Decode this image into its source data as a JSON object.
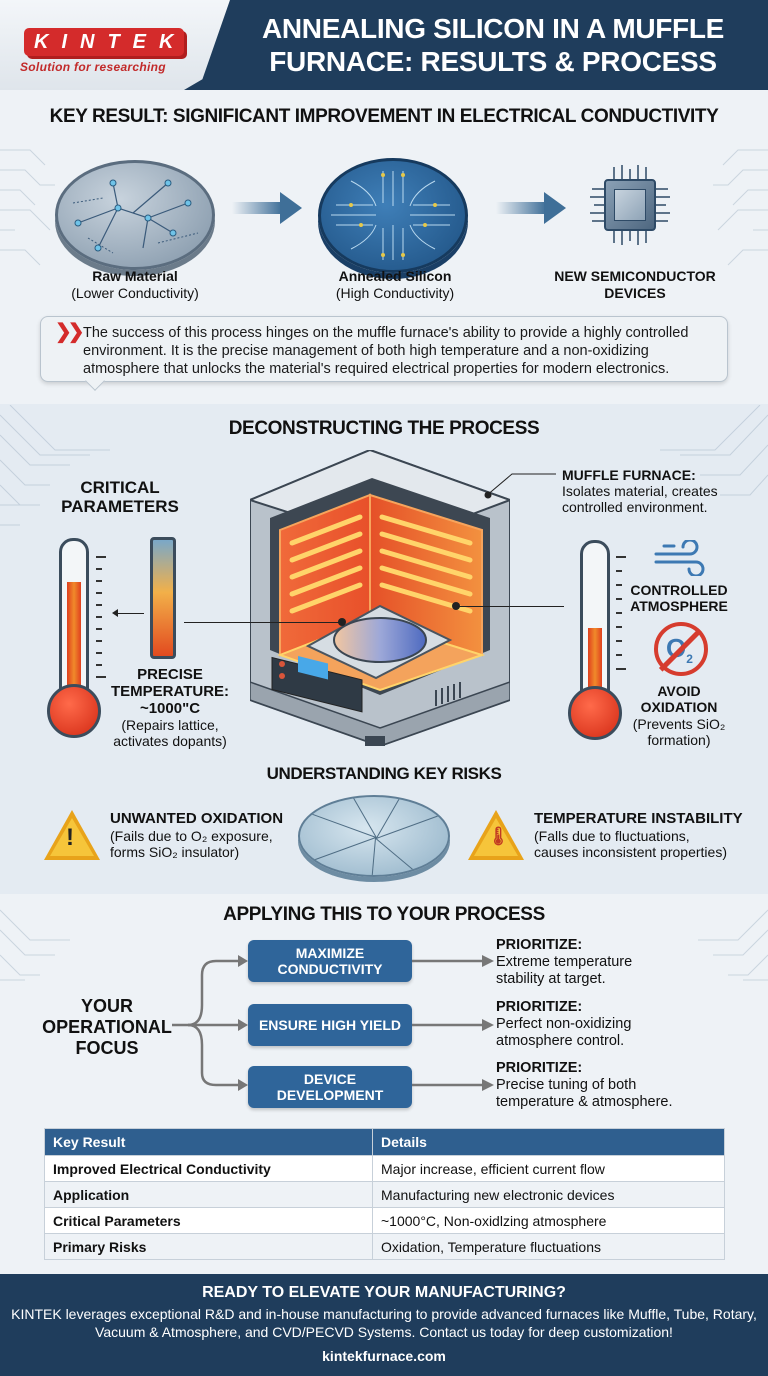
{
  "header": {
    "logo_text": "KINTEK",
    "logo_tagline": "Solution for researching",
    "title_line1": "ANNEALING SILICON IN A MUFFLE",
    "title_line2": "FURNACE: RESULTS & PROCESS"
  },
  "key_result": {
    "title": "KEY RESULT: SIGNIFICANT IMPROVEMENT IN ELECTRICAL CONDUCTIVITY",
    "items": [
      {
        "label": "Raw Material",
        "sub": "(Lower Conductivity)",
        "icon": "raw-wafer-icon"
      },
      {
        "label": "Annealed Silicon",
        "sub": "(High Conductivity)",
        "icon": "annealed-wafer-icon"
      },
      {
        "label": "NEW SEMICONDUCTOR",
        "sub": "DEVICES",
        "icon": "chip-icon"
      }
    ],
    "quote": "The success of this process hinges on the muffle furnace's ability to provide a highly controlled environment. It is the precise management of both high temperature and a non-oxidizing atmosphere that unlocks the material's required electrical properties for modern electronics."
  },
  "process": {
    "title": "DECONSTRUCTING THE PROCESS",
    "critical_params_line1": "CRITICAL",
    "critical_params_line2": "PARAMETERS",
    "temp_title_line1": "PRECISE",
    "temp_title_line2": "TEMPERATURE:",
    "temp_value": "~1000\"C",
    "temp_desc_line1": "(Repairs lattice,",
    "temp_desc_line2": "activates dopants)",
    "furnace_title": "MUFFLE FURNACE:",
    "furnace_desc_line1": "Isolates material, creates",
    "furnace_desc_line2": "controlled environment.",
    "atmos_line1": "CONTROLLED",
    "atmos_line2": "ATMOSPHERE",
    "oxid_line1": "AVOID",
    "oxid_line2": "OXIDATION",
    "oxid_desc_line1": "(Prevents SiO₂",
    "oxid_desc_line2": "formation)"
  },
  "risks": {
    "title": "UNDERSTANDING KEY RISKS",
    "items": [
      {
        "title": "UNWANTED OXIDATION",
        "line1": "(Fails due to O₂ exposure,",
        "line2": "forms SiO₂ insulator)",
        "glyph": "!"
      },
      {
        "title": "TEMPERATURE INSTABILITY",
        "line1": "(Falls due to fluctuations,",
        "line2": "causes inconsistent properties)",
        "glyph": "🌡"
      }
    ]
  },
  "apply": {
    "title": "APPLYING THIS TO YOUR PROCESS",
    "focus_line1": "YOUR",
    "focus_line2": "OPERATIONAL",
    "focus_line3": "FOCUS",
    "options": [
      {
        "button_line1": "MAXIMIZE",
        "button_line2": "CONDUCTIVITY",
        "prio_label": "PRIORITIZE:",
        "prio_line1": "Extreme temperature",
        "prio_line2": "stability at target."
      },
      {
        "button_line1": "ENSURE HIGH YIELD",
        "button_line2": "",
        "prio_label": "PRIORITIZE:",
        "prio_line1": "Perfect non-oxidizing",
        "prio_line2": "atmosphere control."
      },
      {
        "button_line1": "DEVICE",
        "button_line2": "DEVELOPMENT",
        "prio_label": "PRIORITIZE:",
        "prio_line1": "Precise tuning of both",
        "prio_line2": "temperature & atmosphere."
      }
    ]
  },
  "table": {
    "headers": [
      "Key Result",
      "Details"
    ],
    "rows": [
      [
        "Improved Electrical Conductivity",
        "Major increase, efficient current flow"
      ],
      [
        "Application",
        "Manufacturing new electronic devices"
      ],
      [
        "Critical Parameters",
        "~1000°C, Non-oxidlzing atmosphere"
      ],
      [
        "Primary Risks",
        "Oxidation, Temperature fluctuations"
      ]
    ]
  },
  "footer": {
    "title": "READY TO ELEVATE YOUR MANUFACTURING?",
    "text": "KINTEK leverages exceptional R&D and in-house manufacturing to provide advanced furnaces like Muffle, Tube, Rotary, Vacuum & Atmosphere, and CVD/PECVD Systems. Contact us today for deep customization!",
    "url": "kintekfurnace.com"
  },
  "colors": {
    "navy": "#1f3d5c",
    "brand_red": "#d42b2b",
    "button_blue": "#2f659a",
    "warning_yellow": "#f6c53a"
  }
}
